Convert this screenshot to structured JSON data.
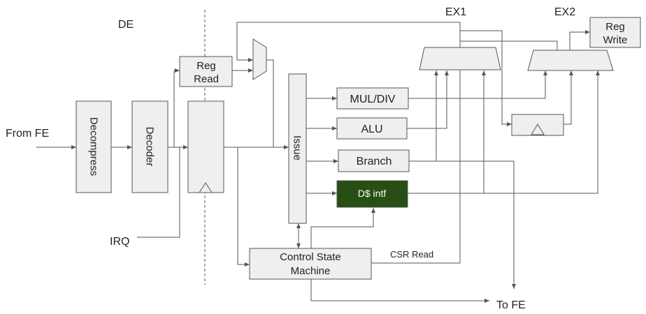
{
  "stage_labels": {
    "de": "DE",
    "ex1": "EX1",
    "ex2": "EX2"
  },
  "inputs": {
    "from_fe": "From FE",
    "irq": "IRQ"
  },
  "outputs": {
    "to_fe": "To FE"
  },
  "blocks": {
    "decompress": "Decompress",
    "decoder": "Decoder",
    "reg_read_line1": "Reg",
    "reg_read_line2": "Read",
    "issue": "Issue",
    "mul_div": "MUL/DIV",
    "alu": "ALU",
    "branch": "Branch",
    "dcache_intf": "D$ intf",
    "csm_line1": "Control State",
    "csm_line2": "Machine",
    "reg_write_line1": "Reg",
    "reg_write_line2": "Write"
  },
  "wire_labels": {
    "csr_read": "CSR Read"
  },
  "colors": {
    "block_fill": "#efefef",
    "block_stroke": "#555555",
    "dcache_fill": "#274e13",
    "dcache_text": "#ffffff"
  }
}
